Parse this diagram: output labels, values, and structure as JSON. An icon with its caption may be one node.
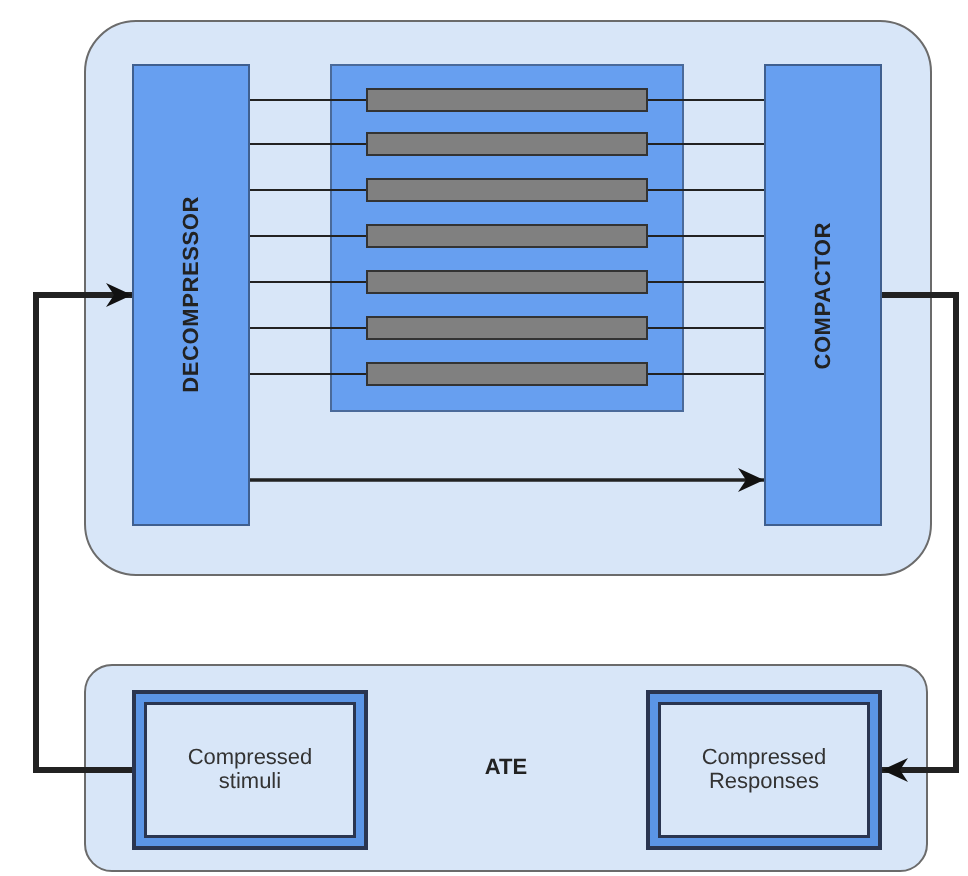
{
  "diagram": {
    "nodes": [
      {
        "text": [],
        "shape": "box"
      },
      {
        "text": [
          "DECOMPRESSOR"
        ],
        "in": 0
      },
      {
        "text": [],
        "shape": "box",
        "in": 0
      },
      {
        "text": [],
        "shape": "bar",
        "in": 2
      },
      {
        "text": [],
        "shape": "bar",
        "in": 2
      },
      {
        "text": [],
        "shape": "bar",
        "in": 2
      },
      {
        "text": [],
        "shape": "bar",
        "in": 2
      },
      {
        "text": [],
        "shape": "bar",
        "in": 2
      },
      {
        "text": [],
        "shape": "bar",
        "in": 2
      },
      {
        "text": [],
        "shape": "bar",
        "in": 2
      },
      {
        "text": [
          "COMPACTOR"
        ],
        "in": 0
      },
      {
        "text": [
          "ATE"
        ]
      },
      {
        "text": [
          "Compressed stimuli"
        ],
        "in": 11
      },
      {
        "text": [
          "Compressed Responses"
        ],
        "in": 11
      }
    ],
    "edges": [
      {
        "from": 12,
        "to": 1,
        "arrow": "to",
        "style": "thick"
      },
      {
        "from": 10,
        "to": 13,
        "arrow": "to",
        "style": "thick"
      },
      {
        "from": 1,
        "to": 10,
        "arrow": "to"
      },
      {
        "from": 1,
        "to": 3,
        "arrow": "none"
      },
      {
        "from": 1,
        "to": 4,
        "arrow": "none"
      },
      {
        "from": 1,
        "to": 5,
        "arrow": "none"
      },
      {
        "from": 1,
        "to": 6,
        "arrow": "none"
      },
      {
        "from": 1,
        "to": 7,
        "arrow": "none"
      },
      {
        "from": 1,
        "to": 8,
        "arrow": "none"
      },
      {
        "from": 1,
        "to": 9,
        "arrow": "none"
      },
      {
        "from": 3,
        "to": 10,
        "arrow": "none"
      },
      {
        "from": 4,
        "to": 10,
        "arrow": "none"
      },
      {
        "from": 5,
        "to": 10,
        "arrow": "none"
      },
      {
        "from": 6,
        "to": 10,
        "arrow": "none"
      },
      {
        "from": 7,
        "to": 10,
        "arrow": "none"
      },
      {
        "from": 8,
        "to": 10,
        "arrow": "none"
      },
      {
        "from": 9,
        "to": 10,
        "arrow": "none"
      }
    ]
  }
}
